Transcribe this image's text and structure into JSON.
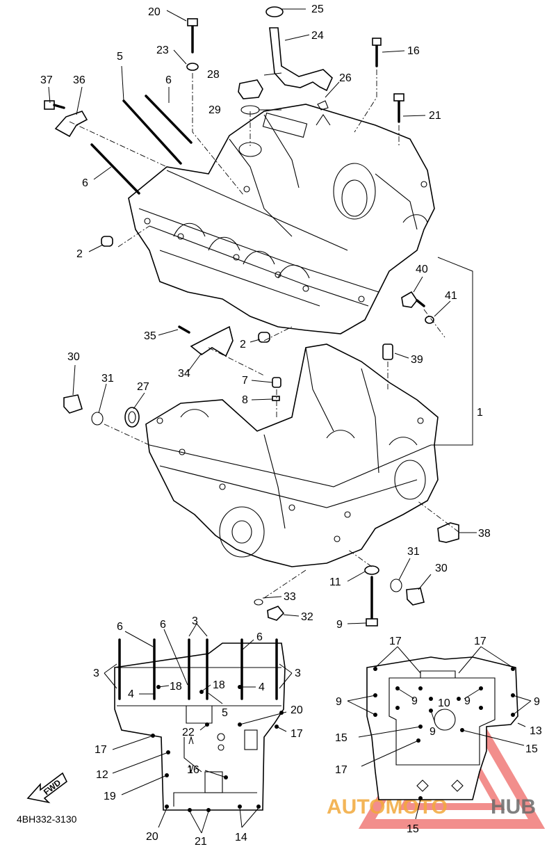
{
  "diagram": {
    "part_code": "4BH332-3130",
    "fwd_label": "FWD",
    "watermark": {
      "word1": "AUTOMOTO",
      "word2": "HUB",
      "color1": "#f2a93b",
      "color2": "#6b6b6b",
      "triangle_color": "#e8322e"
    },
    "callouts": {
      "n1": "1",
      "n2a": "2",
      "n2b": "2",
      "n5": "5",
      "n6a": "6",
      "n6b": "6",
      "n7": "7",
      "n8": "8",
      "n9": "9",
      "n11": "11",
      "n16": "16",
      "n20": "20",
      "n21": "21",
      "n23": "23",
      "n24": "24",
      "n25": "25",
      "n26": "26",
      "n27": "27",
      "n28": "28",
      "n29": "29",
      "n30a": "30",
      "n30b": "30",
      "n31a": "31",
      "n31b": "31",
      "n32": "32",
      "n33": "33",
      "n34": "34",
      "n35": "35",
      "n36": "36",
      "n37": "37",
      "n38": "38",
      "n39": "39",
      "n40": "40",
      "n41": "41"
    },
    "left_view": {
      "c6a": "6",
      "c6b": "6",
      "c6c": "6",
      "c3a": "3",
      "c3b": "3",
      "c3c": "3",
      "c4a": "4",
      "c4b": "4",
      "c18a": "18",
      "c18b": "18",
      "c5": "5",
      "c20a": "20",
      "c20b": "20",
      "c17a": "17",
      "c17b": "17",
      "c22": "22",
      "c12": "12",
      "c16": "16",
      "c19": "19",
      "c21": "21",
      "c14": "14"
    },
    "right_view": {
      "c17a": "17",
      "c17b": "17",
      "c9a": "9",
      "c9b": "9",
      "c9c": "9",
      "c9d": "9",
      "c9e": "9",
      "c10": "10",
      "c13": "13",
      "c15a": "15",
      "c15b": "15",
      "c15c": "15",
      "c17c": "17"
    }
  }
}
